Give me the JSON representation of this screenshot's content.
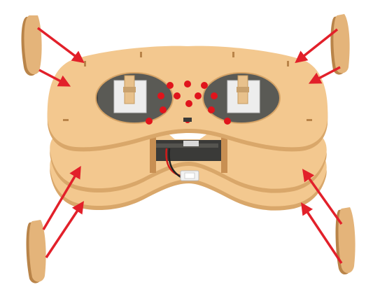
{
  "image": {
    "subject": "exploded-assembly-illustration",
    "colors": {
      "background": "#ffffff",
      "wood_face": "#f3c88f",
      "wood_edge": "#d9a76a",
      "wood_dark": "#b98449",
      "panel_edge_piece": "#e4b47a",
      "arrow": "#e2202a",
      "led": "#e0141c",
      "pcb": "#3a3a38",
      "joystick_housing": "#e8e8e8",
      "wire_red": "#d11a1a",
      "wire_black": "#222222",
      "connector": "#f2f2f2"
    },
    "counts": {
      "side_pieces": 4,
      "arrows": 8,
      "joysticks": 2,
      "leds": 13
    }
  }
}
